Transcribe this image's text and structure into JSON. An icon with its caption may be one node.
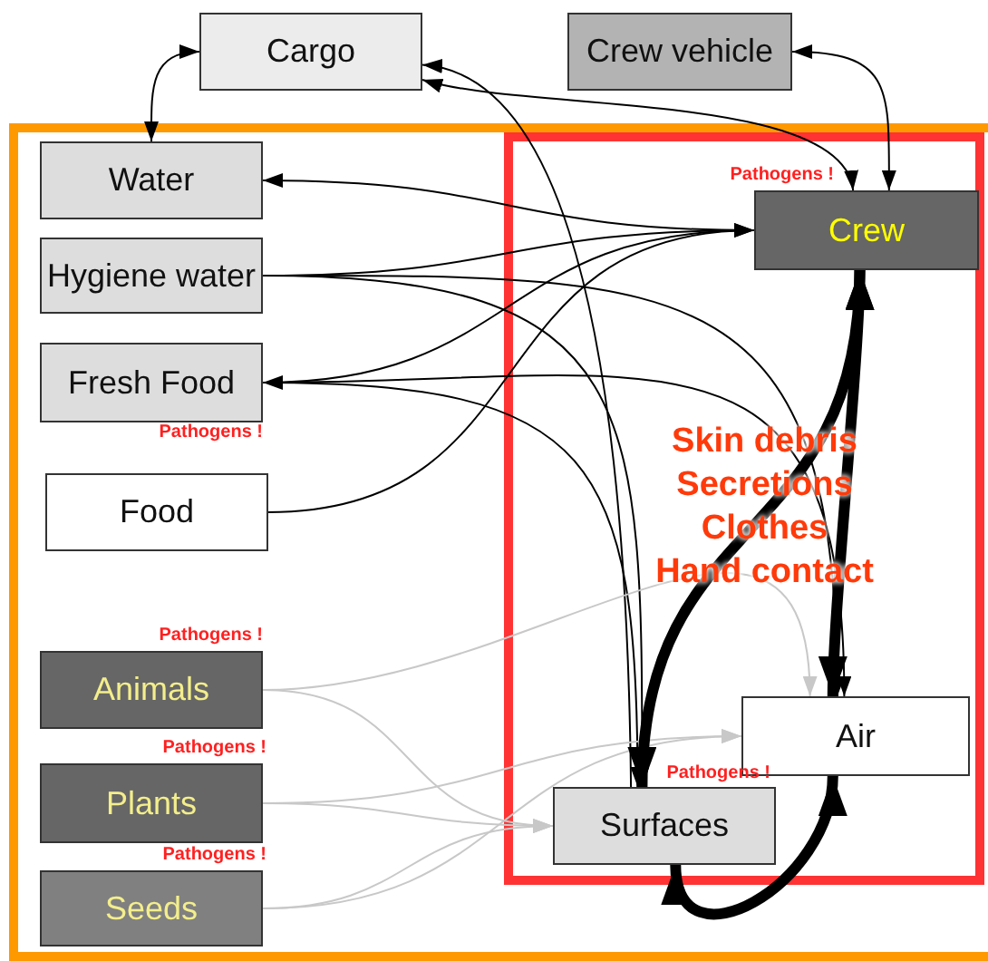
{
  "diagram": {
    "nodes": [
      {
        "text": [],
        "shape": "box"
      },
      {
        "text": [],
        "shape": "box",
        "in": 0
      },
      {
        "text": [
          "Cargo"
        ]
      },
      {
        "text": [
          "Crew vehicle"
        ]
      },
      {
        "text": [
          "Water"
        ],
        "in": 0
      },
      {
        "text": [
          "Hygiene water"
        ],
        "in": 0
      },
      {
        "text": [
          "Fresh Food"
        ],
        "in": 0,
        "beside": [
          "Pathogens !"
        ]
      },
      {
        "text": [
          "Food"
        ],
        "in": 0
      },
      {
        "text": [
          "Animals"
        ],
        "in": 0,
        "beside": [
          "Pathogens !"
        ]
      },
      {
        "text": [
          "Plants"
        ],
        "in": 0,
        "beside": [
          "Pathogens !"
        ]
      },
      {
        "text": [
          "Seeds"
        ],
        "in": 0,
        "beside": [
          "Pathogens !"
        ]
      },
      {
        "text": [
          "Crew"
        ],
        "in": 1,
        "beside": [
          "Pathogens !"
        ]
      },
      {
        "text": [
          "Air"
        ],
        "in": 1
      },
      {
        "text": [
          "Surfaces"
        ],
        "in": 1,
        "beside": [
          "Pathogens !"
        ]
      }
    ],
    "edges": [
      {
        "from": 2,
        "to": 4,
        "arrow": "both"
      },
      {
        "from": 3,
        "to": 11,
        "arrow": "both"
      },
      {
        "from": 2,
        "to": 11,
        "arrow": "both"
      },
      {
        "from": 13,
        "to": 2,
        "arrow": "to"
      },
      {
        "from": 11,
        "to": 4,
        "arrow": "to"
      },
      {
        "from": 5,
        "to": 11,
        "arrow": "to"
      },
      {
        "from": 5,
        "to": 13,
        "arrow": "to"
      },
      {
        "from": 5,
        "to": 12,
        "arrow": "to"
      },
      {
        "from": 11,
        "to": 6,
        "arrow": "to"
      },
      {
        "from": 6,
        "to": 13,
        "arrow": "to"
      },
      {
        "from": 6,
        "to": 12,
        "arrow": "to"
      },
      {
        "from": 7,
        "to": 11,
        "arrow": "to"
      },
      {
        "from": 8,
        "to": 12,
        "arrow": "to",
        "color": "#c8c8c8"
      },
      {
        "from": 8,
        "to": 13,
        "arrow": "to",
        "color": "#c8c8c8"
      },
      {
        "from": 9,
        "to": 12,
        "arrow": "to",
        "color": "#c8c8c8"
      },
      {
        "from": 9,
        "to": 13,
        "arrow": "to",
        "color": "#c8c8c8"
      },
      {
        "from": 10,
        "to": 13,
        "arrow": "to",
        "color": "#c8c8c8"
      },
      {
        "from": 10,
        "to": 12,
        "arrow": "to",
        "color": "#c8c8c8"
      },
      {
        "from": 13,
        "to": 11,
        "arrow": "both",
        "style": "thick"
      },
      {
        "from": 11,
        "to": 12,
        "arrow": "both",
        "style": "thick"
      },
      {
        "from": 13,
        "to": 12,
        "arrow": "both",
        "style": "thick"
      }
    ],
    "labels": [
      "Skin debris Secretions Clothes Hand contact"
    ]
  }
}
